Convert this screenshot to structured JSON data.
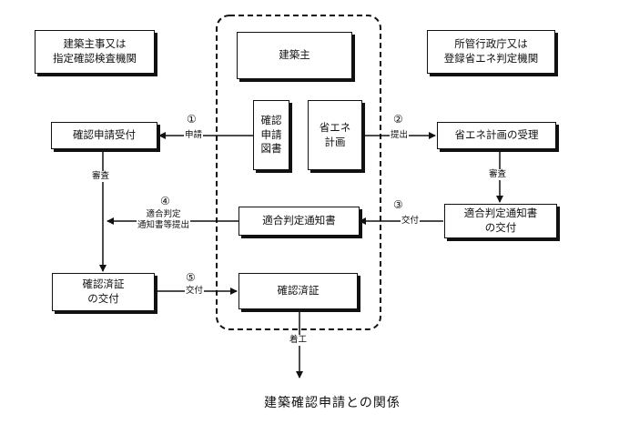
{
  "header_left": "建築主事又は\n指定確認検査機関",
  "header_right": "所管行政庁又は\n登録省エネ判定機関",
  "owner": "建築主",
  "doc_confirm": "確認\n申請\n図書",
  "doc_energy": "省エネ\n計画",
  "receive_confirm": "確認申請受付",
  "receive_energy": "省エネ計画の受理",
  "notice_owner": "適合判定通知書",
  "notice_right": "適合判定通知書\nの交付",
  "cert_left": "確認済証\nの交付",
  "cert_owner": "確認済証",
  "label_apply": "申請",
  "label_submit": "提出",
  "label_review_left": "審査",
  "label_review_right": "審査",
  "label_notice_submit": "適合判定\n通知書等提出",
  "label_issue_right": "交付",
  "label_issue_cert": "交付",
  "label_start": "着工",
  "num1": "①",
  "num2": "②",
  "num3": "③",
  "num4": "④",
  "num5": "⑤",
  "caption": "建築確認申請との関係"
}
